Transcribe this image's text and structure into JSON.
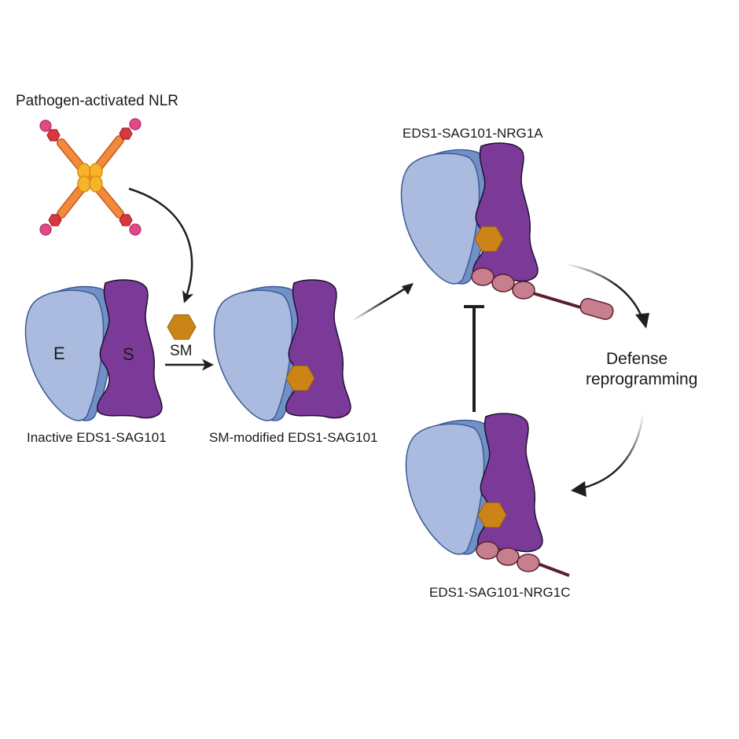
{
  "labels": {
    "pathogen_nlr": "Pathogen-activated NLR",
    "eds1_glyph": "E",
    "sag101_glyph": "S",
    "sm": "SM",
    "inactive": "Inactive EDS1-SAG101",
    "sm_modified": "SM-modified EDS1-SAG101",
    "nrg1a": "EDS1-SAG101-NRG1A",
    "nrg1c": "EDS1-SAG101-NRG1C",
    "defense_line1": "Defense",
    "defense_line2": "reprogramming"
  },
  "colors": {
    "eds1_light": "#aabbdf",
    "eds1_dark": "#7190c6",
    "sag101": "#7b3a98",
    "sm_hexagon": "#cc8417",
    "nrg1_oval": "#c77f8e",
    "nrg1_tail": "#5a1f2e",
    "nlr_rod": "#f08a3c",
    "nlr_center": "#f7b42b",
    "nlr_hex": "#d9373f",
    "nlr_tip": "#e04a86",
    "arrow": "#1f1f1f"
  }
}
